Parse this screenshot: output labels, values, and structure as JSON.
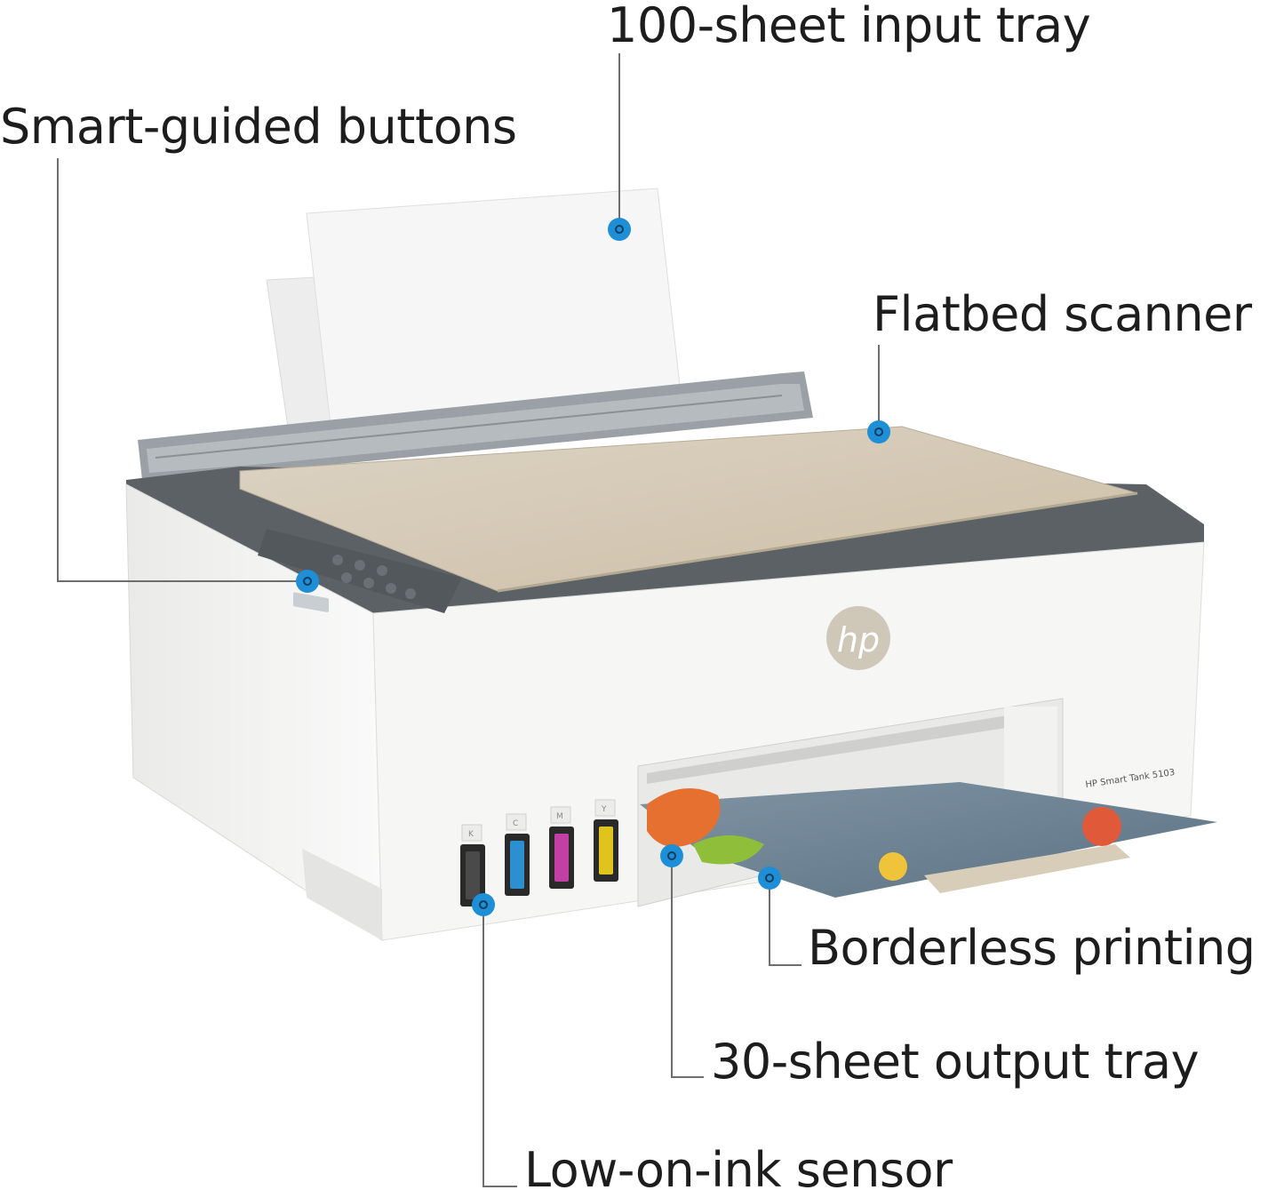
{
  "callouts": {
    "input_tray": "100-sheet input tray",
    "smart_buttons": "Smart-guided buttons",
    "flatbed": "Flatbed scanner",
    "borderless": "Borderless printing",
    "output_tray": "30-sheet output tray",
    "ink_sensor": "Low-on-ink sensor"
  },
  "printer": {
    "logo": "hp",
    "model": "HP Smart Tank 5103",
    "tanks": [
      "K",
      "C",
      "M",
      "Y"
    ]
  },
  "colors": {
    "marker": "#1e8fd6",
    "leader": "#6e6e6e",
    "lid": "#d6cbb8",
    "body": "#f4f4f2",
    "top_dark": "#5c6166",
    "ink_black": "#2a2a2a",
    "ink_cyan": "#2b8fd0",
    "ink_magenta": "#c23fa6",
    "ink_yellow": "#e0c41e"
  }
}
